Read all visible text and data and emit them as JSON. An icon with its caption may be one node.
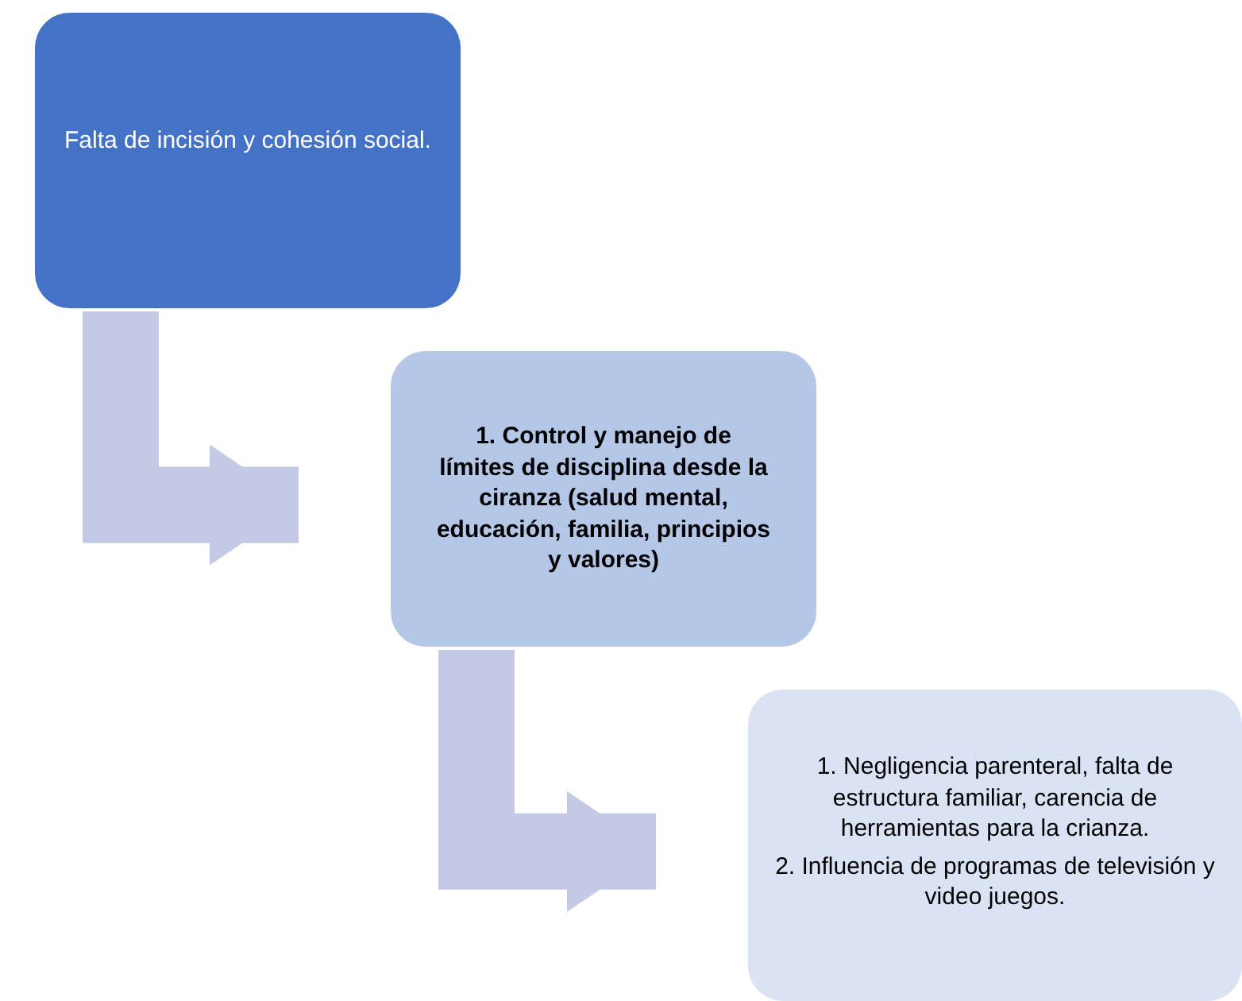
{
  "diagram": {
    "nodes": [
      {
        "text": [
          "Falta de incisión y cohesión social."
        ]
      },
      {
        "text": [
          "1. Control y manejo de límites de disciplina desde la ciranza (salud mental, educación, familia, principios y valores)"
        ]
      },
      {
        "text": [
          "1. Negligencia parenteral, falta de estructura familiar, carencia de herramientas para la crianza.",
          "2. Influencia de programas de televisión y video juegos."
        ]
      }
    ],
    "edges": [
      {
        "from": 0,
        "to": 1,
        "arrow": "to"
      },
      {
        "from": 1,
        "to": 2,
        "arrow": "to"
      }
    ]
  }
}
